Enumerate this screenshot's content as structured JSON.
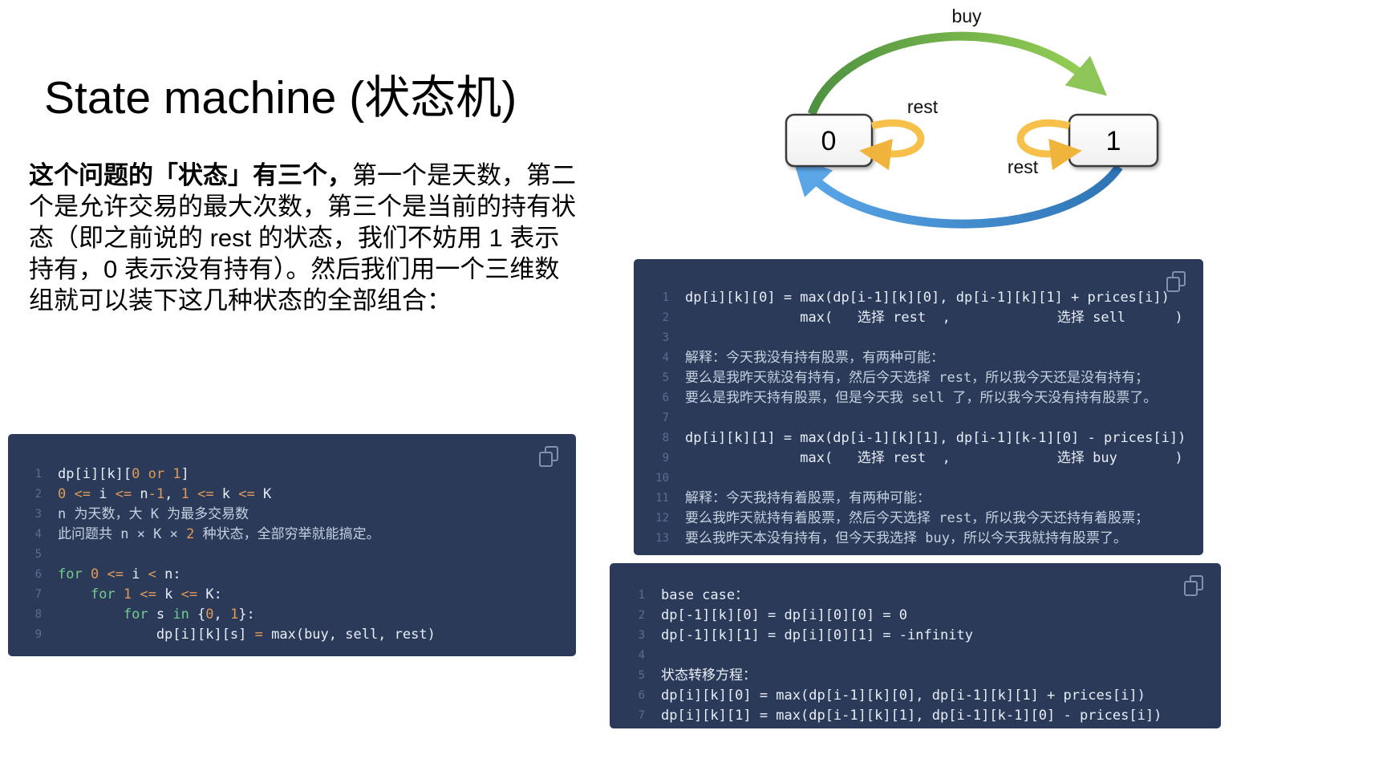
{
  "title": "State machine (状态机)",
  "paragraph": {
    "bold_lead": "这个问题的「状态」有三个，",
    "body": "第一个是天数，第二个是允许交易的最大次数，第三个是当前的持有状态（即之前说的 rest 的状态，我们不妨用 1 表示持有，0 表示没有持有）。然后我们用一个三维数组就可以装下这几种状态的全部组合："
  },
  "diagram": {
    "state0": "0",
    "state1": "1",
    "buy_label": "buy",
    "rest_label_state0": "rest",
    "rest_label_state1": "rest",
    "colors": {
      "green_dark": "#4f9140",
      "green_light": "#95cf55",
      "blue_dark": "#2e74b5",
      "blue_light": "#58a5e8",
      "gold_dark": "#b9882a",
      "gold_light": "#f6c04a"
    }
  },
  "colors": {
    "code_background": "#2b3a58",
    "code_text": "#e8eef7",
    "code_comment": "#c6d1e0",
    "accent_orange": "#e09a5a",
    "accent_green": "#72cc8e",
    "line_number": "#5c6d8e"
  },
  "code_blocks": {
    "left": {
      "lines": [
        [
          [
            "p",
            "dp[i][k]["
          ],
          [
            "o",
            "0 or 1"
          ],
          [
            "p",
            "]"
          ]
        ],
        [
          [
            "o",
            "0 <= "
          ],
          [
            "p",
            "i"
          ],
          [
            "o",
            " <= "
          ],
          [
            "p",
            "n"
          ],
          [
            "o",
            "-1"
          ],
          [
            "p",
            ", "
          ],
          [
            "o",
            "1 <= "
          ],
          [
            "p",
            "k"
          ],
          [
            "o",
            " <= "
          ],
          [
            "p",
            "K"
          ]
        ],
        [
          [
            "c",
            "n 为天数，大 K 为最多交易数"
          ]
        ],
        [
          [
            "c",
            "此问题共 n × K × "
          ],
          [
            "o",
            "2"
          ],
          [
            "c",
            " 种状态，全部穷举就能搞定。"
          ]
        ],
        [],
        [
          [
            "g",
            "for"
          ],
          [
            "p",
            " "
          ],
          [
            "o",
            "0"
          ],
          [
            "p",
            " "
          ],
          [
            "o",
            "<="
          ],
          [
            "p",
            " i "
          ],
          [
            "o",
            "<"
          ],
          [
            "p",
            " n:"
          ]
        ],
        [
          [
            "p",
            "    "
          ],
          [
            "g",
            "for"
          ],
          [
            "p",
            " "
          ],
          [
            "o",
            "1"
          ],
          [
            "p",
            " "
          ],
          [
            "o",
            "<="
          ],
          [
            "p",
            " k "
          ],
          [
            "o",
            "<="
          ],
          [
            "p",
            " K:"
          ]
        ],
        [
          [
            "p",
            "        "
          ],
          [
            "g",
            "for"
          ],
          [
            "p",
            " s "
          ],
          [
            "g",
            "in"
          ],
          [
            "p",
            " {"
          ],
          [
            "o",
            "0"
          ],
          [
            "p",
            ", "
          ],
          [
            "o",
            "1"
          ],
          [
            "p",
            "}:"
          ]
        ],
        [
          [
            "p",
            "            dp[i][k][s] "
          ],
          [
            "o",
            "="
          ],
          [
            "p",
            " max(buy, sell, rest)"
          ]
        ]
      ]
    },
    "top_right": {
      "lines": [
        [
          [
            "p",
            "dp[i][k][0] = max(dp[i-1][k][0], dp[i-1][k][1] + prices[i])"
          ]
        ],
        [
          [
            "p",
            "              max(   选择 rest  ,             选择 sell      )"
          ]
        ],
        [],
        [
          [
            "c",
            "解释：今天我没有持有股票，有两种可能："
          ]
        ],
        [
          [
            "c",
            "要么是我昨天就没有持有，然后今天选择 rest，所以我今天还是没有持有；"
          ]
        ],
        [
          [
            "c",
            "要么是我昨天持有股票，但是今天我 sell 了，所以我今天没有持有股票了。"
          ]
        ],
        [],
        [
          [
            "p",
            "dp[i][k][1] = max(dp[i-1][k][1], dp[i-1][k-1][0] - prices[i])"
          ]
        ],
        [
          [
            "p",
            "              max(   选择 rest  ,             选择 buy       )"
          ]
        ],
        [],
        [
          [
            "c",
            "解释：今天我持有着股票，有两种可能："
          ]
        ],
        [
          [
            "c",
            "要么我昨天就持有着股票，然后今天选择 rest，所以我今天还持有着股票；"
          ]
        ],
        [
          [
            "c",
            "要么我昨天本没有持有，但今天我选择 buy，所以今天我就持有股票了。"
          ]
        ]
      ]
    },
    "bottom_right": {
      "lines": [
        [
          [
            "p",
            "base case："
          ]
        ],
        [
          [
            "p",
            "dp[-1][k][0] = dp[i][0][0] = 0"
          ]
        ],
        [
          [
            "p",
            "dp[-1][k][1] = dp[i][0][1] = -infinity"
          ]
        ],
        [],
        [
          [
            "p",
            "状态转移方程："
          ]
        ],
        [
          [
            "p",
            "dp[i][k][0] = max(dp[i-1][k][0], dp[i-1][k][1] + prices[i])"
          ]
        ],
        [
          [
            "p",
            "dp[i][k][1] = max(dp[i-1][k][1], dp[i-1][k-1][0] - prices[i])"
          ]
        ]
      ]
    }
  }
}
